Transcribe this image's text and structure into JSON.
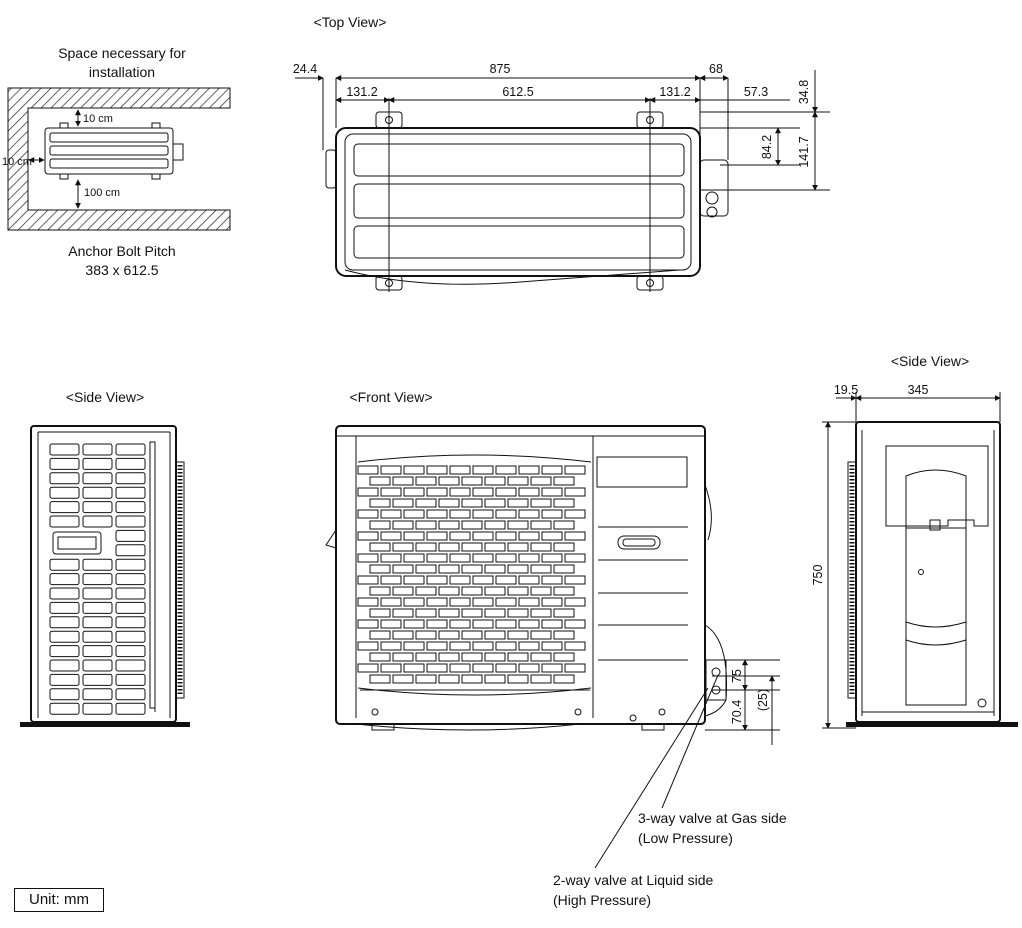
{
  "views": {
    "top": "<Top View>",
    "front": "<Front View>",
    "side_left": "<Side View>",
    "side_right": "<Side View>"
  },
  "install": {
    "title_line1": "Space necessary for",
    "title_line2": "installation",
    "gap_top": "10 cm",
    "gap_left": "10 cm",
    "gap_bottom": "100 cm"
  },
  "anchor": {
    "line1": "Anchor Bolt Pitch",
    "line2": "383 x 612.5"
  },
  "top_dims": {
    "left_offset": "24.4",
    "total_width": "875",
    "right_offset": "68",
    "bolt_left": "131.2",
    "bolt_pitch": "612.5",
    "bolt_right": "131.2",
    "valve_offset": "57.3",
    "d_34_8": "34.8",
    "d_84_2": "84.2",
    "d_141_7": "141.7"
  },
  "side_dims": {
    "depth_offset": "19.5",
    "depth": "345",
    "height": "750"
  },
  "front_dims": {
    "v75": "75",
    "v70_4": "70.4",
    "v25": "(25)"
  },
  "valves": {
    "gas_line1": "3-way valve at Gas side",
    "gas_line2": "(Low Pressure)",
    "liquid_line1": "2-way valve at Liquid side",
    "liquid_line2": "(High Pressure)"
  },
  "unit_label": "Unit: mm"
}
